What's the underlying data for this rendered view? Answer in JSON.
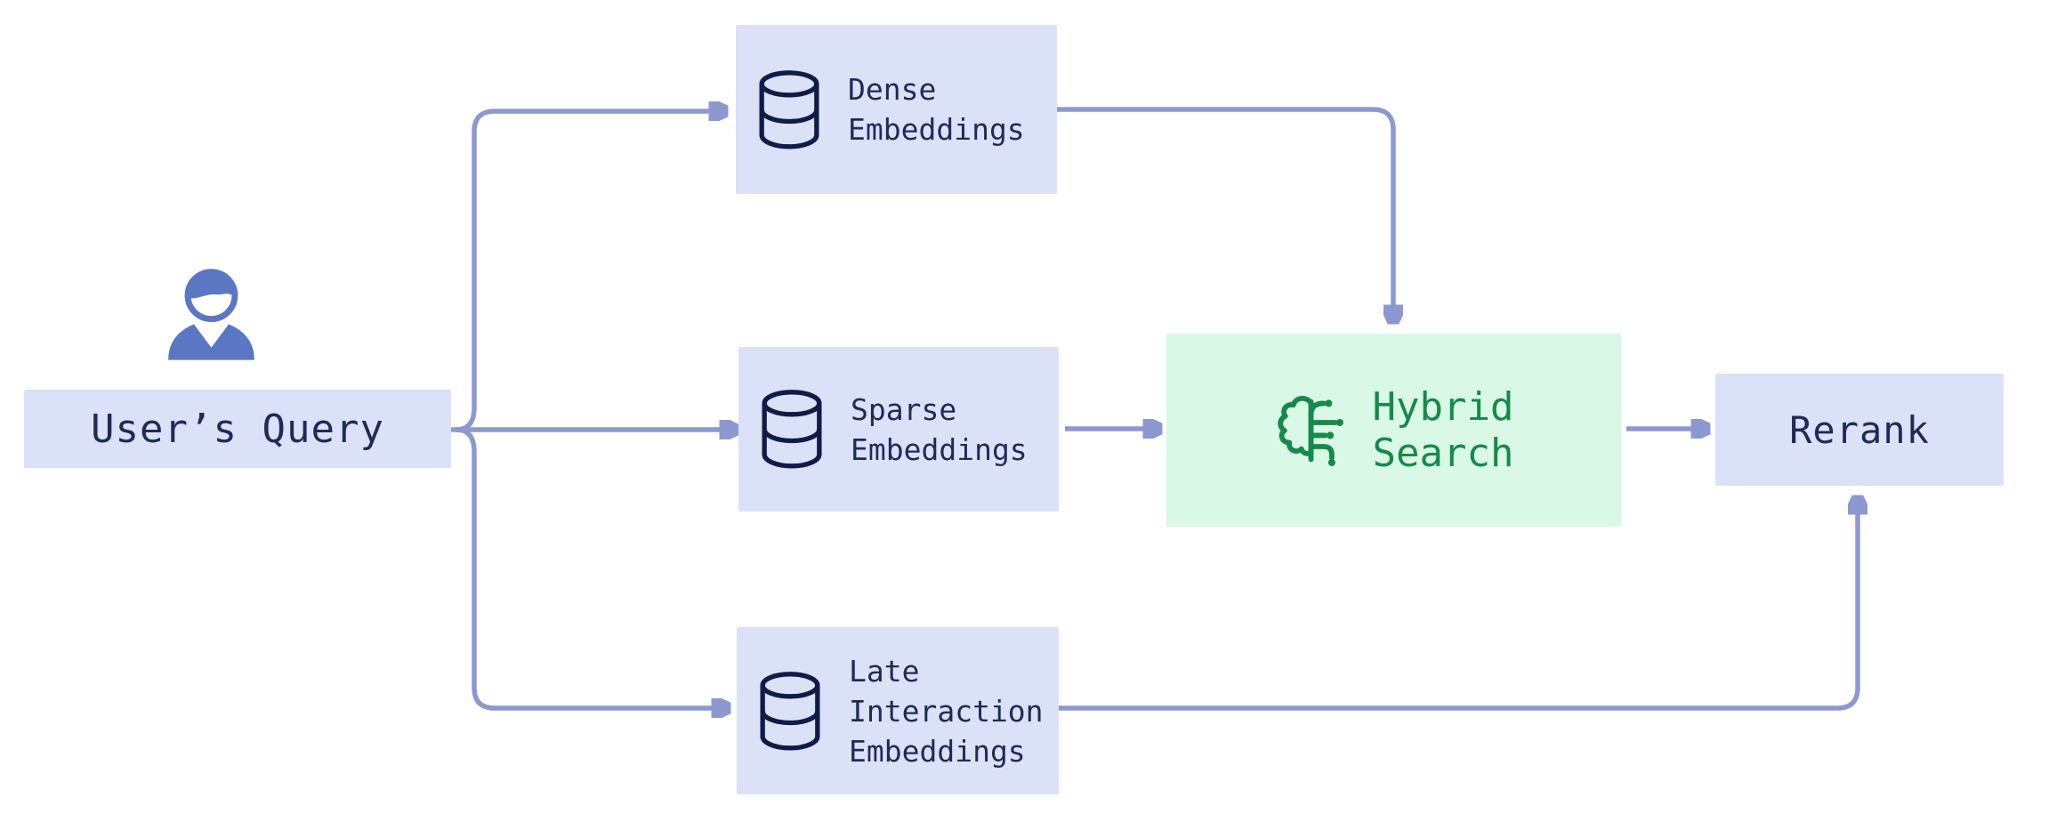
{
  "diagram": {
    "type": "flowchart",
    "nodes": {
      "user_query": {
        "label": "User’s Query",
        "icon": "user-icon"
      },
      "dense": {
        "line1": "Dense",
        "line2": "Embeddings",
        "icon": "database-icon"
      },
      "sparse": {
        "line1": "Sparse",
        "line2": "Embeddings",
        "icon": "database-icon"
      },
      "late": {
        "line1": "Late",
        "line2": "Interaction",
        "line3": "Embeddings",
        "icon": "database-icon"
      },
      "hybrid": {
        "line1": "Hybrid",
        "line2": "Search",
        "icon": "brain-circuit-icon"
      },
      "rerank": {
        "label": "Rerank"
      }
    },
    "edges": [
      {
        "from": "user_query",
        "to": "dense"
      },
      {
        "from": "user_query",
        "to": "sparse"
      },
      {
        "from": "user_query",
        "to": "late"
      },
      {
        "from": "dense",
        "to": "hybrid"
      },
      {
        "from": "sparse",
        "to": "hybrid"
      },
      {
        "from": "hybrid",
        "to": "rerank"
      },
      {
        "from": "late",
        "to": "rerank"
      }
    ]
  },
  "colors": {
    "node_fill": "#dbe1f6",
    "node_text": "#1f2a57",
    "accent_fill": "#d9f8e6",
    "accent_text": "#17894a",
    "arrow": "#8c99d1",
    "user_icon": "#5b76c3",
    "database_icon": "#111b47"
  }
}
